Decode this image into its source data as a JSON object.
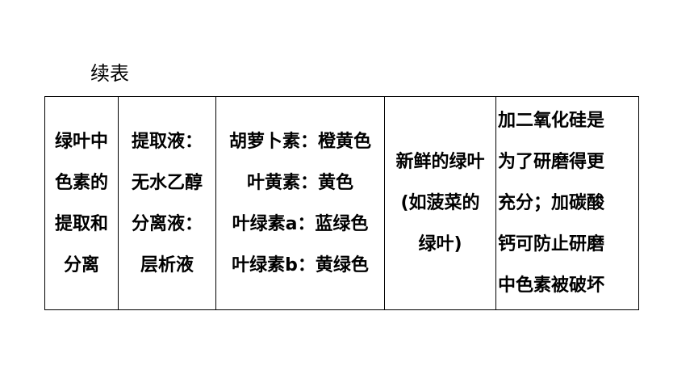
{
  "caption": "续表",
  "row": {
    "experiment": [
      "绿叶中",
      "色素的",
      "提取和",
      "分离"
    ],
    "reagents": [
      "提取液：",
      "无水乙醇",
      "分离液：",
      "层析液"
    ],
    "results": [
      "胡萝卜素：橙黄色",
      "叶黄素：黄色",
      "叶绿素a：蓝绿色",
      "叶绿素b：黄绿色"
    ],
    "material": [
      "新鲜的绿叶",
      "(如菠菜的",
      "绿叶)"
    ],
    "notes": [
      "加二氧化硅是",
      "为了研磨得更",
      "充分；加碳酸",
      "钙可防止研磨",
      "中色素被破坏"
    ]
  }
}
